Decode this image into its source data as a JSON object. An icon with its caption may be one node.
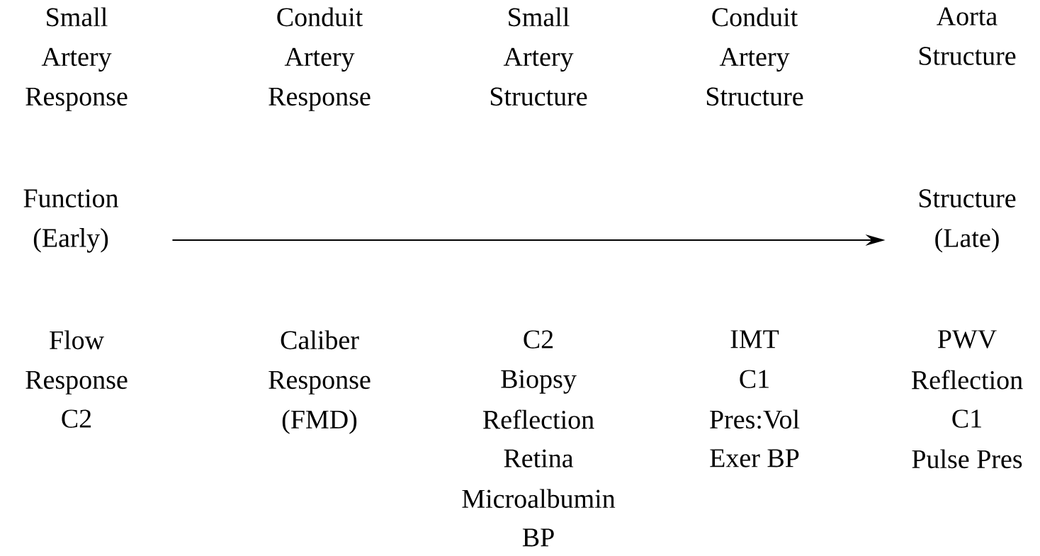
{
  "diagram": {
    "nodes": [
      {
        "text": [
          "Function (Early)"
        ]
      },
      {
        "text": [
          "Structure (Late)"
        ]
      }
    ],
    "edges": [
      {
        "from": 0,
        "to": 1,
        "arrow": "to"
      }
    ],
    "labels": [
      "Small Artery Response",
      "Conduit Artery Response",
      "Small Artery Structure",
      "Conduit Artery Structure",
      "Aorta Structure",
      "Flow Response",
      "C2",
      "Caliber Response",
      "(FMD)",
      "C2",
      "Biopsy",
      "Reflection",
      "Retina",
      "Microalbumin",
      "BP",
      "IMT",
      "C1",
      "Pres:Vol",
      "Exer BP",
      "PWV",
      "Reflection",
      "C1",
      "Pulse Pres"
    ]
  }
}
